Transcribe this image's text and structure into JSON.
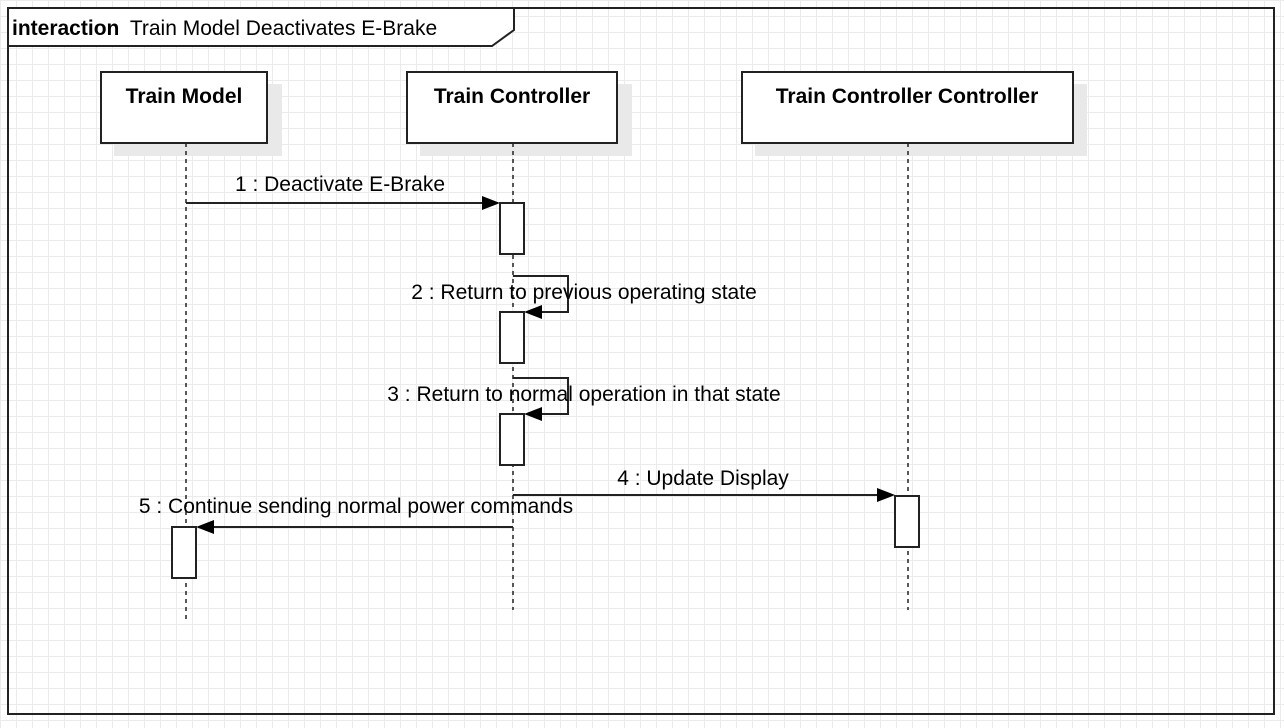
{
  "frame": {
    "keyword": "interaction",
    "name": "Train Model Deactivates E-Brake"
  },
  "lifelines": [
    {
      "id": "train-model",
      "label": "Train Model"
    },
    {
      "id": "train-controller",
      "label": "Train Controller"
    },
    {
      "id": "train-controller-controller",
      "label": "Train Controller Controller"
    }
  ],
  "messages": [
    {
      "label": "1 : Deactivate E-Brake",
      "from": "train-model",
      "to": "train-controller"
    },
    {
      "label": "2 : Return to previous operating state",
      "from": "train-controller",
      "to": "train-controller"
    },
    {
      "label": "3 : Return to normal operation in that state",
      "from": "train-controller",
      "to": "train-controller"
    },
    {
      "label": "4 : Update Display",
      "from": "train-controller",
      "to": "train-controller-controller"
    },
    {
      "label": "5 : Continue sending normal power commands",
      "from": "train-controller",
      "to": "train-model"
    }
  ]
}
